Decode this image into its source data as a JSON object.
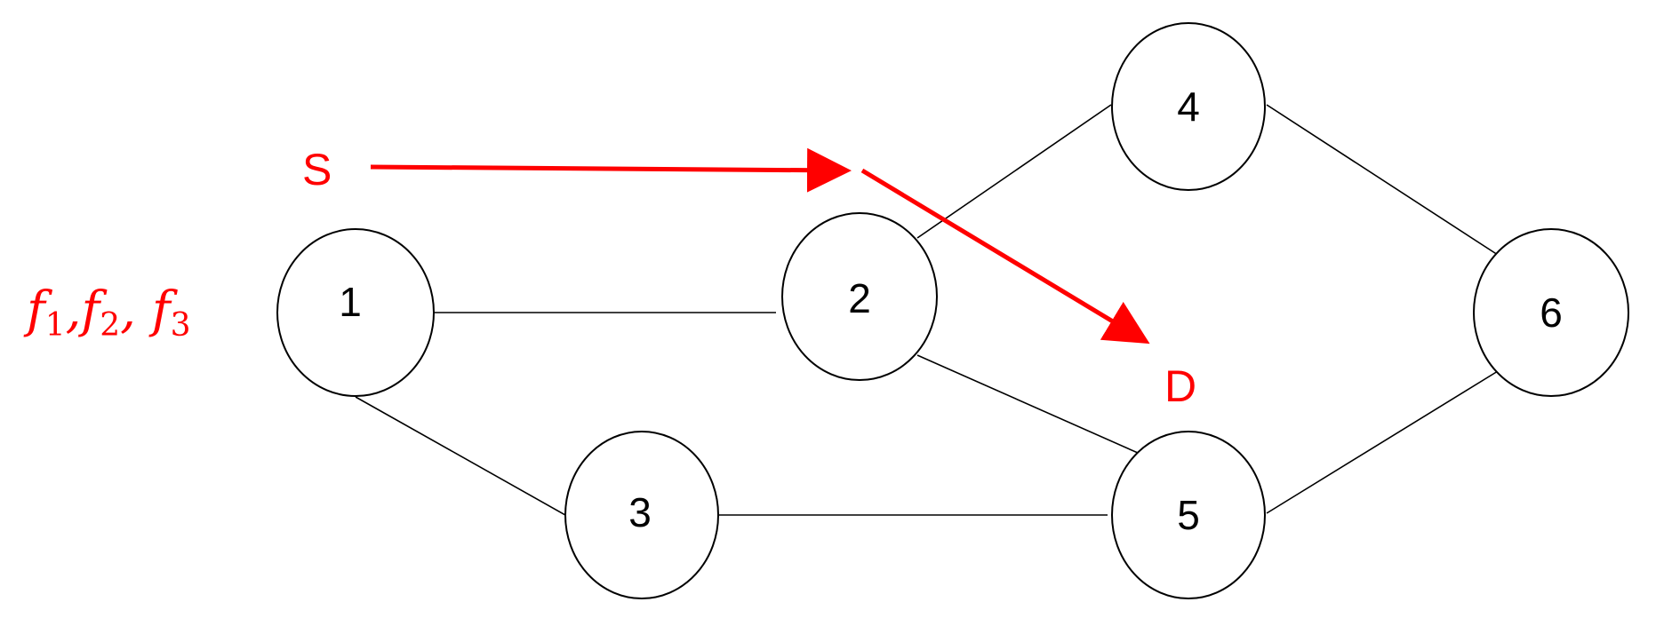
{
  "colors": {
    "node_stroke": "#000000",
    "annotation": "#ff0000"
  },
  "nodes": [
    {
      "id": "1",
      "label": "1"
    },
    {
      "id": "2",
      "label": "2"
    },
    {
      "id": "3",
      "label": "3"
    },
    {
      "id": "4",
      "label": "4"
    },
    {
      "id": "5",
      "label": "5"
    },
    {
      "id": "6",
      "label": "6"
    }
  ],
  "edges": [
    {
      "from": "1",
      "to": "2"
    },
    {
      "from": "1",
      "to": "3"
    },
    {
      "from": "3",
      "to": "5"
    },
    {
      "from": "2",
      "to": "4"
    },
    {
      "from": "2",
      "to": "5"
    },
    {
      "from": "4",
      "to": "6"
    },
    {
      "from": "5",
      "to": "6"
    }
  ],
  "annotations": {
    "source_label": "S",
    "destination_label": "D",
    "flows": {
      "f": "f",
      "sep": ",",
      "items": [
        {
          "sub": "1"
        },
        {
          "sub": "2"
        },
        {
          "sub": "3"
        }
      ]
    }
  }
}
